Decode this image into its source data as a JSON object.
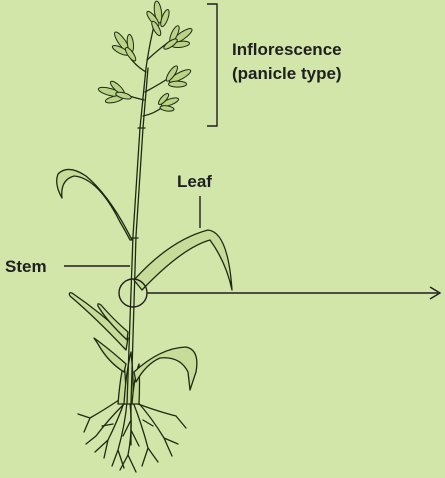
{
  "labels": {
    "inflorescence_line1": "Inflorescence",
    "inflorescence_line2": "(panicle type)",
    "leaf": "Leaf",
    "stem": "Stem"
  },
  "colors": {
    "background": "#d3e6a9",
    "line": "#1e2a12",
    "text": "#1f1f1f"
  }
}
